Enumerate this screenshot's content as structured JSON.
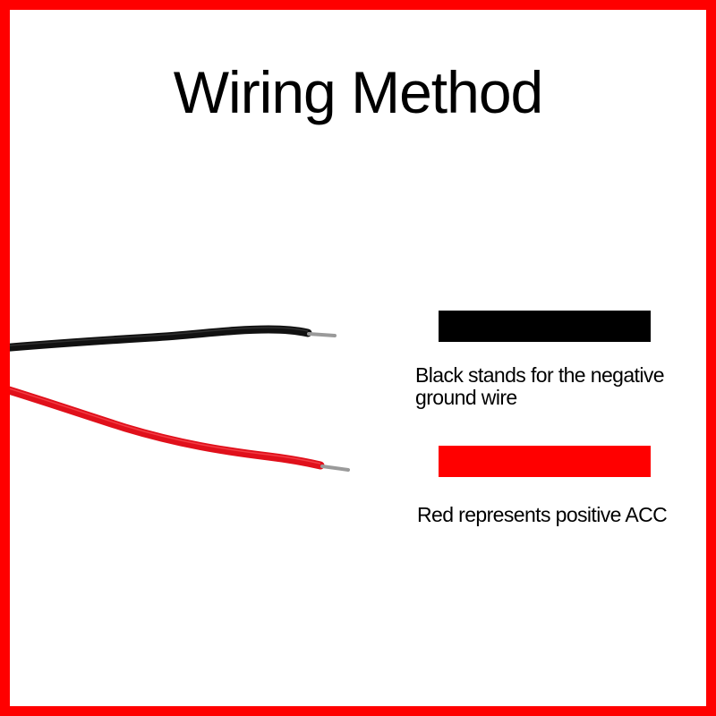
{
  "title": "Wiring Method",
  "legend": [
    {
      "color": "#000000",
      "caption": "Black stands for the negative ground wire"
    },
    {
      "color": "#ff0000",
      "caption": "Red represents positive ACC"
    }
  ],
  "colors": {
    "border": "#ff0000",
    "black_wire": "#111111",
    "red_wire": "#e0101b",
    "wire_tip": "#9a9a9a"
  }
}
